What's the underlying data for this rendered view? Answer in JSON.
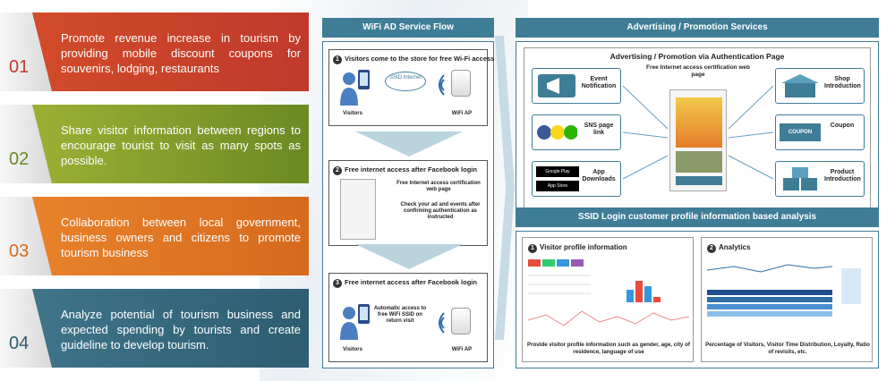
{
  "items": [
    {
      "num": "01",
      "text": "Promote revenue increase in tourism by providing mobile discount coupons for souvenirs, lodging, restaurants"
    },
    {
      "num": "02",
      "text": "Share visitor information between regions to encourage tourist to visit as many spots as possible."
    },
    {
      "num": "03",
      "text": "Collaboration between local government, business owners and citizens to promote tourism business"
    },
    {
      "num": "04",
      "text": "Analyze potential of tourism business and expected spending by tourists and create guideline to develop tourism."
    }
  ],
  "flow": {
    "header": "WiFi AD Service Flow",
    "step1": {
      "num": "1",
      "title": "Visitors come to the store for free Wi-Fi access",
      "ssid": "SSID Internet",
      "visitors": "Visitors",
      "ap": "WiFi AP"
    },
    "step2": {
      "num": "2",
      "title": "Free internet access after Facebook login",
      "line1": "Free Internet access certification web page",
      "line2": "Check your ad and events after confirming authentication as instructed"
    },
    "step3": {
      "num": "3",
      "title": "Free internet access after Facebook login",
      "auto": "Automatic access to free WiFi SSID on return visit",
      "visitors": "Visitors",
      "ap": "WiFi AP"
    }
  },
  "advertising": {
    "header": "Advertising / Promotion Services",
    "subheader": "Advertising / Promotion via Authentication Page",
    "phone_caption": "Free Internet access certification web page",
    "left_cards": [
      "Event Notification",
      "SNS page link",
      "App Downloads"
    ],
    "right_cards": [
      "Shop Introduction",
      "Coupon",
      "Product Introduction"
    ],
    "coupon_label": "COUPON",
    "store_labels": [
      "Google Play",
      "App Store"
    ]
  },
  "analysis": {
    "header": "SSID Login customer profile information based analysis",
    "panel1": {
      "num": "1",
      "title": "Visitor profile information",
      "caption": "Provide visitor profile information such as gender, age, city of residence, language of use"
    },
    "panel2": {
      "num": "2",
      "title": "Analytics",
      "caption": "Percentage of Visitors, Visitor Time Distribution, Loyalty, Ratio of revisits, etc."
    }
  },
  "colors": {
    "teal": "#3f7d96",
    "red": "#c0392b",
    "green": "#6b8a24",
    "orange": "#d66a1e",
    "blue": "#2e5d70"
  }
}
